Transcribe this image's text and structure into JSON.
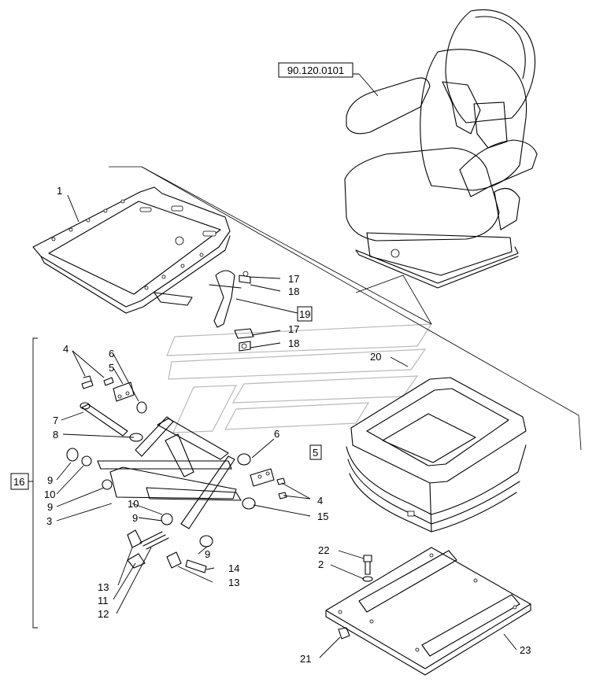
{
  "reference_code": "90.120.0101",
  "callouts": [
    {
      "id": "c1",
      "text": "1"
    },
    {
      "id": "c2",
      "text": "2"
    },
    {
      "id": "c3",
      "text": "3"
    },
    {
      "id": "c4a",
      "text": "4"
    },
    {
      "id": "c4b",
      "text": "4"
    },
    {
      "id": "c5",
      "text": "5"
    },
    {
      "id": "c5box",
      "text": "5"
    },
    {
      "id": "c6a",
      "text": "6"
    },
    {
      "id": "c6b",
      "text": "6"
    },
    {
      "id": "c7",
      "text": "7"
    },
    {
      "id": "c8",
      "text": "8"
    },
    {
      "id": "c9a",
      "text": "9"
    },
    {
      "id": "c9b",
      "text": "9"
    },
    {
      "id": "c9c",
      "text": "9"
    },
    {
      "id": "c9d",
      "text": "9"
    },
    {
      "id": "c10a",
      "text": "10"
    },
    {
      "id": "c10b",
      "text": "10"
    },
    {
      "id": "c11",
      "text": "11"
    },
    {
      "id": "c12",
      "text": "12"
    },
    {
      "id": "c13a",
      "text": "13"
    },
    {
      "id": "c13b",
      "text": "13"
    },
    {
      "id": "c14",
      "text": "14"
    },
    {
      "id": "c15",
      "text": "15"
    },
    {
      "id": "c16",
      "text": "16"
    },
    {
      "id": "c17a",
      "text": "17"
    },
    {
      "id": "c17b",
      "text": "17"
    },
    {
      "id": "c18a",
      "text": "18"
    },
    {
      "id": "c18b",
      "text": "18"
    },
    {
      "id": "c19",
      "text": "19"
    },
    {
      "id": "c20",
      "text": "20"
    },
    {
      "id": "c21",
      "text": "21"
    },
    {
      "id": "c22",
      "text": "22"
    },
    {
      "id": "c23",
      "text": "23"
    }
  ]
}
